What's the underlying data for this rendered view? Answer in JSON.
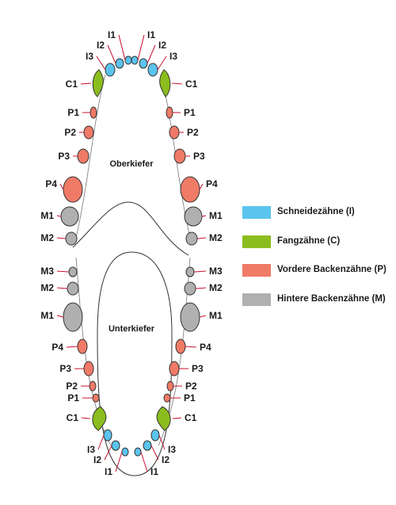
{
  "colors": {
    "incisor": "#5bc4ee",
    "canine": "#8bbd1e",
    "premolar": "#ef7b67",
    "molar": "#b0b0b0",
    "leader": "#c8102e"
  },
  "regions": {
    "upper": "Oberkiefer",
    "lower": "Unterkiefer"
  },
  "legend": [
    {
      "label": "Schneidezähne (I)",
      "color": "#5bc4ee"
    },
    {
      "label": "Fangzähne (C)",
      "color": "#8bbd1e"
    },
    {
      "label": "Vordere Backenzähne (P)",
      "color": "#ef7b67"
    },
    {
      "label": "Hintere Backenzähne (M)",
      "color": "#b0b0b0"
    }
  ],
  "teeth": {
    "upper": [
      {
        "label": "I1",
        "type": "incisor"
      },
      {
        "label": "I2",
        "type": "incisor"
      },
      {
        "label": "I3",
        "type": "incisor"
      },
      {
        "label": "C1",
        "type": "canine"
      },
      {
        "label": "P1",
        "type": "premolar"
      },
      {
        "label": "P2",
        "type": "premolar"
      },
      {
        "label": "P3",
        "type": "premolar"
      },
      {
        "label": "P4",
        "type": "premolar"
      },
      {
        "label": "M1",
        "type": "molar"
      },
      {
        "label": "M2",
        "type": "molar"
      }
    ],
    "lower": [
      {
        "label": "M3",
        "type": "molar"
      },
      {
        "label": "M2",
        "type": "molar"
      },
      {
        "label": "M1",
        "type": "molar"
      },
      {
        "label": "P4",
        "type": "premolar"
      },
      {
        "label": "P3",
        "type": "premolar"
      },
      {
        "label": "P2",
        "type": "premolar"
      },
      {
        "label": "P1",
        "type": "premolar"
      },
      {
        "label": "C1",
        "type": "canine"
      },
      {
        "label": "I3",
        "type": "incisor"
      },
      {
        "label": "I2",
        "type": "incisor"
      },
      {
        "label": "I1",
        "type": "incisor"
      }
    ]
  }
}
